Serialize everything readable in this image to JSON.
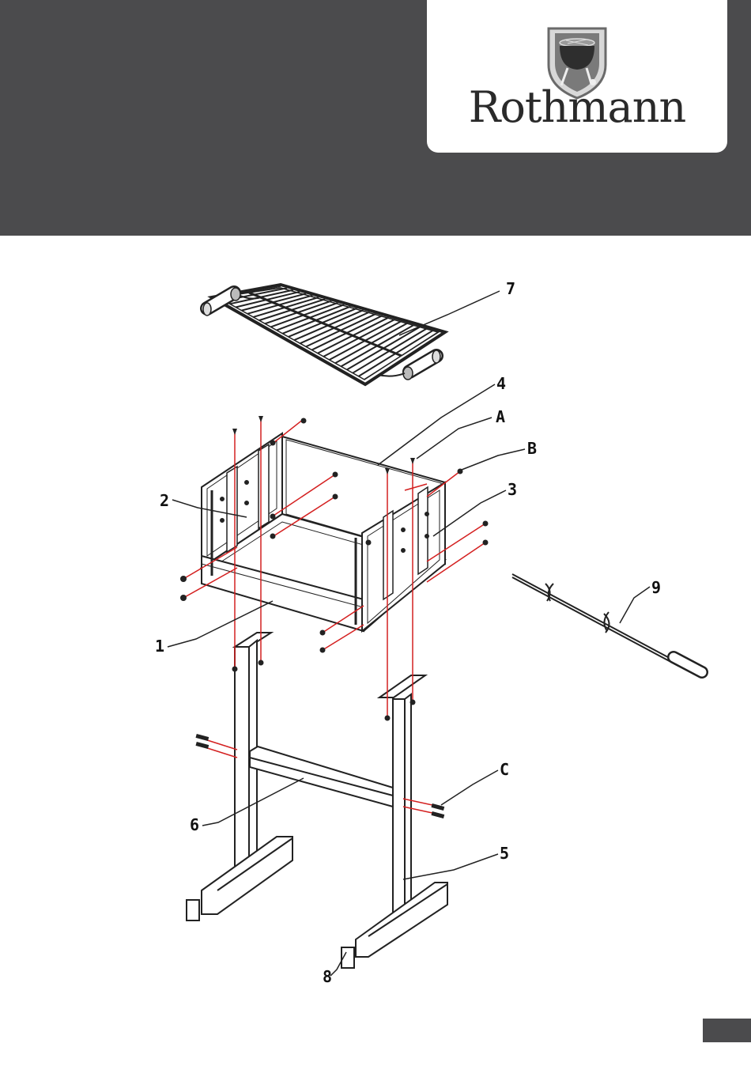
{
  "brand": {
    "name": "Rothmann",
    "logo_icon": "kettle-grill-shield-icon",
    "colors": {
      "header": "#4b4b4d",
      "text": "#2a2a2a",
      "assembly_line": "#d42020"
    }
  },
  "callouts": {
    "grill_grate": "7",
    "fire_box_inner": "4",
    "screw_a": "A",
    "bolt_b": "B",
    "side_panel_left": "2",
    "side_panel_right": "3",
    "skewer": "9",
    "bottom_frame": "1",
    "screw_c": "C",
    "cross_bar": "6",
    "leg_stand": "5",
    "foot_cap": "8"
  }
}
